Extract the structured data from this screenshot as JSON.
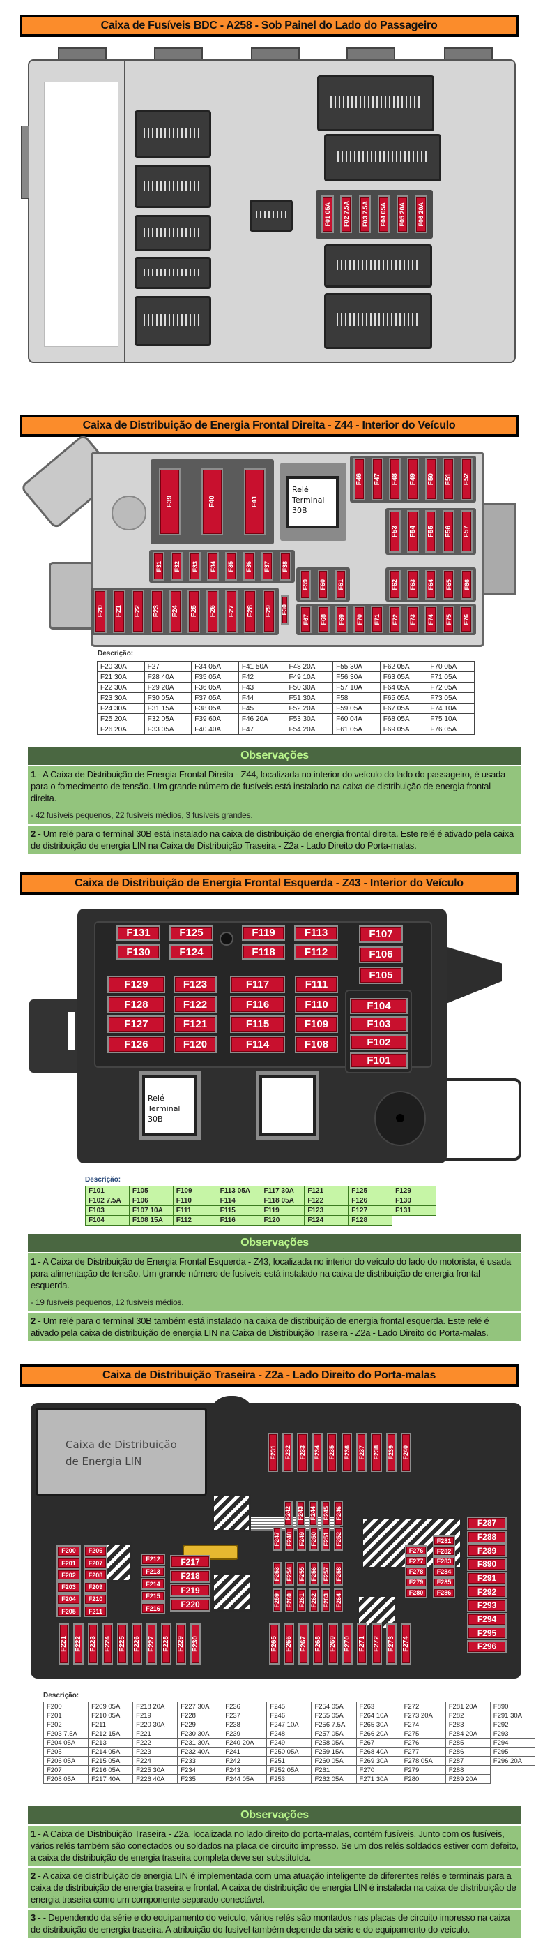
{
  "bdc": {
    "title": "Caixa de Fusíveis BDC - A258 - Sob Painel do Lado do Passageiro",
    "fuses": [
      "F01 05A",
      "F02 7.5A",
      "F03 7.5A",
      "F04 05A",
      "F05 20A",
      "F06 20A"
    ]
  },
  "z44": {
    "title": "Caixa de Distribuição de Energia Frontal Direita - Z44 - Interior do Veículo",
    "relay": {
      "line1": "Relé",
      "line2": "Terminal",
      "line3": "30B"
    },
    "groups": {
      "large": [
        "F39",
        "F40",
        "F41"
      ],
      "top_right": [
        "F46",
        "F47",
        "F48",
        "F49",
        "F50",
        "F51",
        "F52"
      ],
      "mid_right": [
        "F53",
        "F54",
        "F55",
        "F56",
        "F57"
      ],
      "small_row": [
        "F31",
        "F32",
        "F33",
        "F34",
        "F35",
        "F36",
        "F37",
        "F38"
      ],
      "mid_small": [
        "F59",
        "F60",
        "F61"
      ],
      "mid_right2": [
        "F62",
        "F63",
        "F64",
        "F65",
        "F66"
      ],
      "bottom_left": [
        "F20",
        "F21",
        "F22",
        "F23",
        "F24",
        "F25",
        "F26",
        "F27",
        "F28",
        "F29"
      ],
      "single": [
        "F30"
      ],
      "bottom_right": [
        "F67",
        "F68",
        "F69",
        "F70",
        "F71",
        "F72",
        "F73",
        "F74",
        "F75",
        "F76"
      ]
    },
    "table_label": "Descrição:",
    "table": [
      [
        "F20 30A",
        "F27",
        "F34 05A",
        "F41 50A",
        "F48 20A",
        "F55 30A",
        "F62 05A",
        "F70 05A"
      ],
      [
        "F21 30A",
        "F28 40A",
        "F35 05A",
        "F42",
        "F49 10A",
        "F56 30A",
        "F63 05A",
        "F71 05A"
      ],
      [
        "F22 30A",
        "F29 20A",
        "F36 05A",
        "F43",
        "F50 30A",
        "F57 10A",
        "F64 05A",
        "F72 05A"
      ],
      [
        "F23 30A",
        "F30 05A",
        "F37 05A",
        "F44",
        "F51 30A",
        "F58",
        "F65 05A",
        "F73 05A"
      ],
      [
        "F24 30A",
        "F31 15A",
        "F38 05A",
        "F45",
        "F52 20A",
        "F59 05A",
        "F67 05A",
        "F74 10A"
      ],
      [
        "F25 20A",
        "F32 05A",
        "F39 60A",
        "F46 20A",
        "F53 30A",
        "F60 04A",
        "F68 05A",
        "F75 10A"
      ],
      [
        "F26 20A",
        "F33 05A",
        "F40 40A",
        "F47",
        "F54 20A",
        "F61 05A",
        "F69 05A",
        "F76 05A"
      ]
    ],
    "obs": {
      "title": "Observações",
      "items": [
        {
          "num": "1",
          "text": " - A Caixa de Distribuição de Energia Frontal Direita - Z44, localizada no interior do veículo do lado do passageiro, é usada para o fornecimento de tensão. Um grande número de fusíveis está instalado na caixa de distribuição de energia frontal direita.",
          "note": "- 42 fusíveis pequenos, 22 fusíveis médios, 3 fusíveis grandes."
        },
        {
          "num": "2",
          "text": " - Um relé para o terminal 30B está instalado na caixa de distribuição de energia frontal direita. Este relé é ativado pela caixa de distribuição de energia LIN na Caixa de Distribuição Traseira - Z2a - Lado Direito do Porta-malas."
        }
      ]
    }
  },
  "z43": {
    "title": "Caixa de Distribuição de Energia Frontal Esquerda - Z43 - Interior do Veículo",
    "relay": {
      "line1": "Relé",
      "line2": "Terminal",
      "line3": "30B"
    },
    "groups": {
      "c1": [
        "F131",
        "F130"
      ],
      "c2": [
        "F125",
        "F124"
      ],
      "c3": [
        "F119",
        "F118"
      ],
      "c4": [
        "F113",
        "F112"
      ],
      "c5": [
        "F107",
        "F106",
        "F105"
      ],
      "m1": [
        "F129",
        "F128",
        "F127",
        "F126"
      ],
      "m2": [
        "F123",
        "F122",
        "F121",
        "F120"
      ],
      "m3": [
        "F117",
        "F116",
        "F115",
        "F114"
      ],
      "m4": [
        "F111",
        "F110",
        "F109",
        "F108"
      ],
      "m5": [
        "F104",
        "F103",
        "F102",
        "F101"
      ]
    },
    "table_label": "Descrição:",
    "table": [
      [
        "F101",
        "F105",
        "F109",
        "F113 05A",
        "F117 30A",
        "F121",
        "F125",
        "F129"
      ],
      [
        "F102 7.5A",
        "F106",
        "F110",
        "F114",
        "F118 05A",
        "F122",
        "F126",
        "F130"
      ],
      [
        "F103",
        "F107 10A",
        "F111",
        "F115",
        "F119",
        "F123",
        "F127",
        "F131"
      ],
      [
        "F104",
        "F108 15A",
        "F112",
        "F116",
        "F120",
        "F124",
        "F128"
      ]
    ],
    "obs": {
      "title": "Observações",
      "items": [
        {
          "num": "1",
          "text": " - A Caixa de Distribuição de Energia Frontal Esquerda - Z43, localizada no interior do veículo do lado do motorista, é usada para alimentação de tensão. Um grande número de fusíveis está instalado na caixa de distribuição de energia frontal esquerda.",
          "note": "- 19 fusíveis pequenos, 12 fusíveis médios."
        },
        {
          "num": "2",
          "text": " - Um relé para o terminal 30B também está instalado na caixa de distribuição de energia frontal esquerda. Este relé é ativado pela caixa de distribuição de energia LIN na Caixa de Distribuição Traseira - Z2a - Lado Direito do Porta-malas."
        }
      ]
    }
  },
  "z2a": {
    "title": "Caixa de Distribuição Traseira - Z2a - Lado Direito do Porta-malas",
    "lin_box": {
      "line1": "Caixa de Distribuição",
      "line2": "de Energia LIN"
    },
    "groups": {
      "top": [
        "F231",
        "F232",
        "F233",
        "F234",
        "F235",
        "F236",
        "F237",
        "F238",
        "F239",
        "F240"
      ],
      "right": [
        "F287",
        "F288",
        "F289",
        "F890",
        "F291",
        "F292",
        "F293",
        "F294",
        "F295",
        "F296"
      ],
      "l1": [
        "F200",
        "F201",
        "F202",
        "F203",
        "F204",
        "F205"
      ],
      "l2": [
        "F206",
        "F207",
        "F208",
        "F209",
        "F210",
        "F211"
      ],
      "l3": [
        "F212",
        "F213",
        "F214",
        "F215",
        "F216"
      ],
      "l4": [
        "F217",
        "F218",
        "F219",
        "F220"
      ],
      "c1": [
        "F242",
        "F243",
        "F244",
        "F245",
        "F246"
      ],
      "c2": [
        "F247",
        "F248",
        "F249",
        "F250",
        "F251",
        "F252"
      ],
      "c3": [
        "F253",
        "F254",
        "F255",
        "F256",
        "F257",
        "F258"
      ],
      "c4": [
        "F259",
        "F260",
        "F261",
        "F262",
        "F263",
        "F264"
      ],
      "r1": [
        "F276",
        "F277",
        "F278",
        "F279",
        "F280"
      ],
      "r2": [
        "F281",
        "F282",
        "F283",
        "F284",
        "F285",
        "F286"
      ],
      "b1": [
        "F221",
        "F222",
        "F223",
        "F224",
        "F225",
        "F226",
        "F227",
        "F228",
        "F229",
        "F230"
      ],
      "b2": [
        "F265",
        "F266",
        "F267",
        "F268",
        "F269",
        "F270",
        "F271",
        "F272",
        "F273",
        "F274"
      ]
    },
    "table_label": "Descrição:",
    "table": [
      [
        "F200",
        "F209 05A",
        "F218 20A",
        "F227 30A",
        "F236",
        "F245",
        "F254 05A",
        "F263",
        "F272",
        "F281 20A",
        "F890"
      ],
      [
        "F201",
        "F210 05A",
        "F219",
        "F228",
        "F237",
        "F246",
        "F255 05A",
        "F264 10A",
        "F273 20A",
        "F282",
        "F291 30A"
      ],
      [
        "F202",
        "F211",
        "F220 30A",
        "F229",
        "F238",
        "F247 10A",
        "F256 7.5A",
        "F265 30A",
        "F274",
        "F283",
        "F292"
      ],
      [
        "F203 7.5A",
        "F212 15A",
        "F221",
        "F230 30A",
        "F239",
        "F248",
        "F257 05A",
        "F266 20A",
        "F275",
        "F284 20A",
        "F293"
      ],
      [
        "F204 05A",
        "F213",
        "F222",
        "F231 30A",
        "F240 20A",
        "F249",
        "F258 05A",
        "F267",
        "F276",
        "F285",
        "F294"
      ],
      [
        "F205",
        "F214 05A",
        "F223",
        "F232 40A",
        "F241",
        "F250 05A",
        "F259 15A",
        "F268 40A",
        "F277",
        "F286",
        "F295"
      ],
      [
        "F206 05A",
        "F215 05A",
        "F224",
        "F233",
        "F242",
        "F251",
        "F260 05A",
        "F269 30A",
        "F278 05A",
        "F287",
        "F296 20A"
      ],
      [
        "F207",
        "F216 05A",
        "F225 30A",
        "F234",
        "F243",
        "F252 05A",
        "F261",
        "F270",
        "F279",
        "F288"
      ],
      [
        "F208 05A",
        "F217 40A",
        "F226 40A",
        "F235",
        "F244 05A",
        "F253",
        "F262 05A",
        "F271 30A",
        "F280",
        "F289 20A"
      ]
    ],
    "obs": {
      "title": "Observações",
      "items": [
        {
          "num": "1",
          "text": " - A Caixa de Distribuição Traseira - Z2a, localizada no lado direito do porta-malas, contém fusíveis. Junto com os fusíveis, vários relés também são conectados ou soldados na placa de circuito impresso. Se um dos relés soldados estiver com defeito, a caixa de distribuição de energia traseira completa deve ser substituída."
        },
        {
          "num": "2",
          "text": " - A caixa de distribuição de energia LIN é implementada com uma atuação inteligente de diferentes relés e terminais para a caixa de distribuição de energia traseira e frontal. A caixa de distribuição de energia LIN é instalada na caixa de distribuição de energia traseira como um componente separado conectável."
        },
        {
          "num": "3",
          "text": " - - Dependendo da série e do equipamento do veículo, vários relés são montados nas placas de circuito impresso na caixa de distribuição de energia traseira. A atribuição do fusível também depende da série e do equipamento do veículo."
        }
      ]
    }
  }
}
